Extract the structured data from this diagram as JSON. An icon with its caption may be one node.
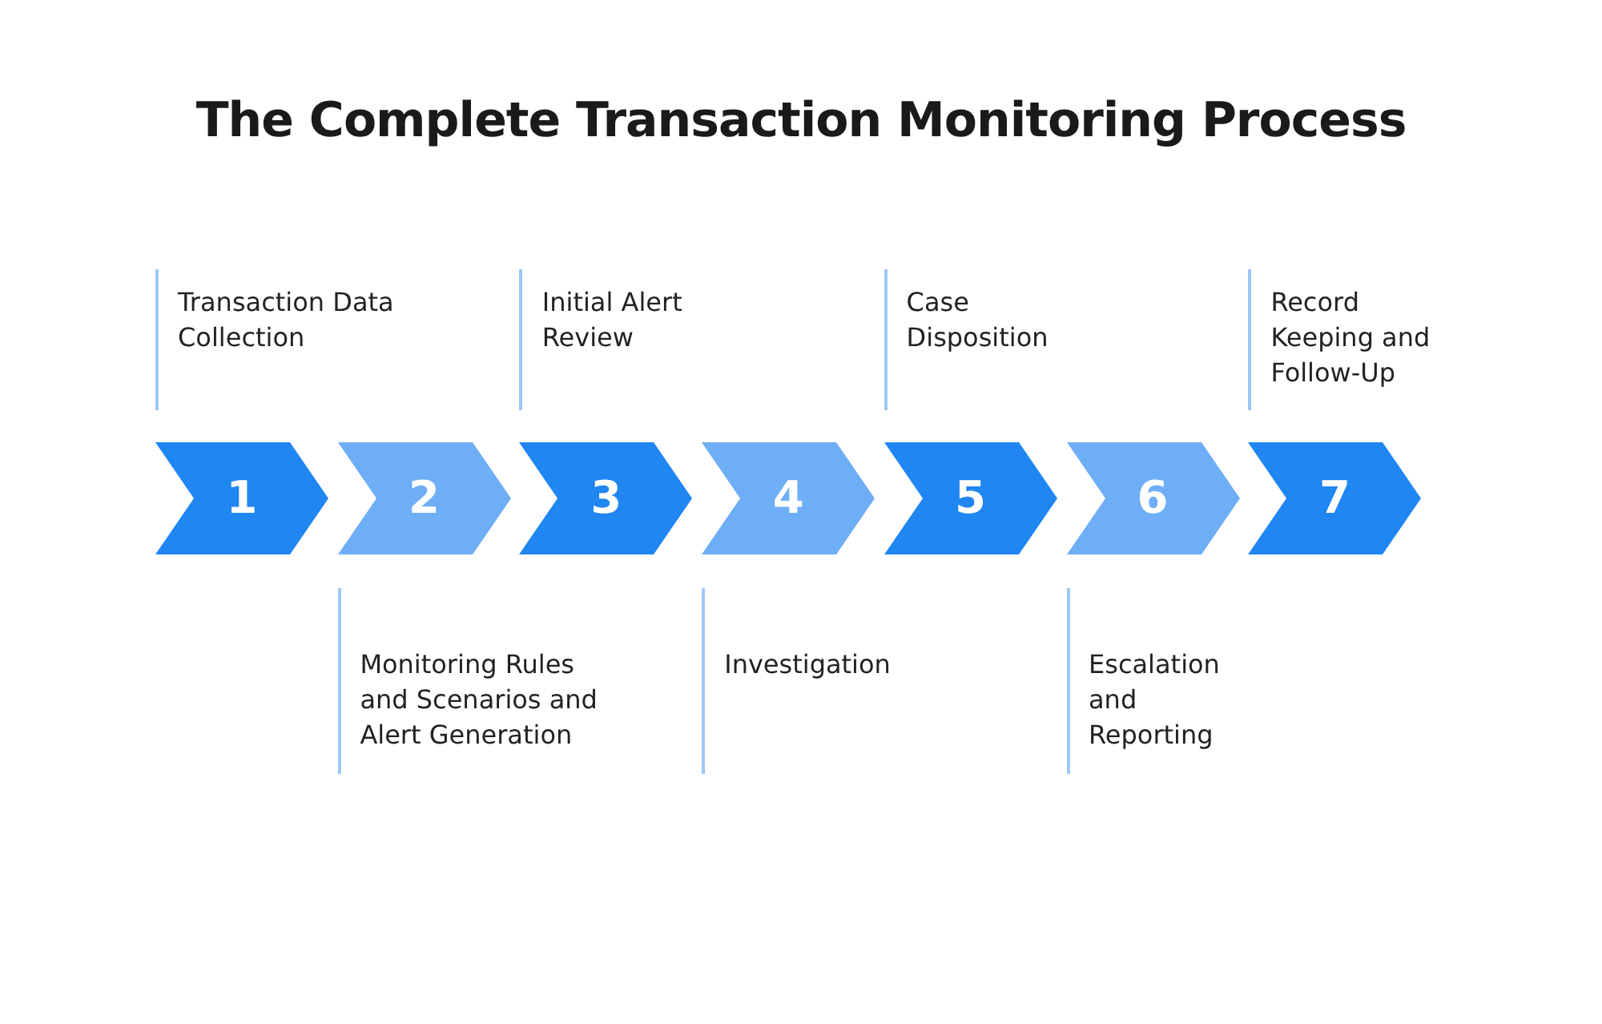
{
  "diagram": {
    "title": "The Complete Transaction Monitoring Process",
    "nodes": [
      {
        "text": [
          "1"
        ],
        "beside": [
          "Transaction Data Collection"
        ]
      },
      {
        "text": [
          "2"
        ],
        "beside": [
          "Monitoring Rules and Scenarios and Alert Generation"
        ]
      },
      {
        "text": [
          "3"
        ],
        "beside": [
          "Initial Alert Review"
        ]
      },
      {
        "text": [
          "4"
        ],
        "beside": [
          "Investigation"
        ]
      },
      {
        "text": [
          "5"
        ],
        "beside": [
          "Case Disposition"
        ]
      },
      {
        "text": [
          "6"
        ],
        "beside": [
          "Escalation and Reporting"
        ]
      },
      {
        "text": [
          "7"
        ],
        "beside": [
          "Record Keeping and Follow-Up"
        ]
      }
    ]
  }
}
